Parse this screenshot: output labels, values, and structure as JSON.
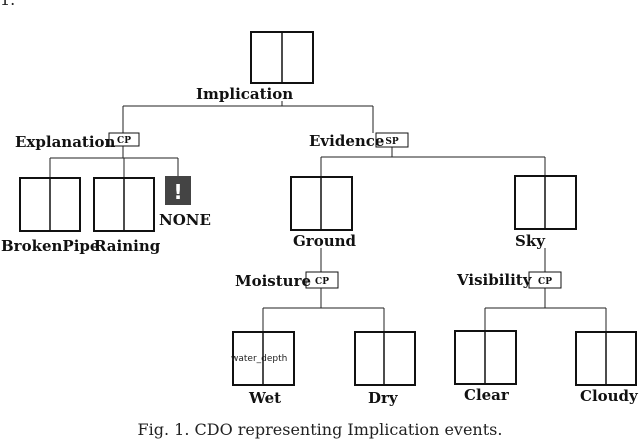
{
  "top_fragment": "1.",
  "nodes": {
    "implication": "Implication",
    "explanation": "Explanation",
    "evidence": "Evidence",
    "broken_pipe": "BrokenPipe",
    "raining": "Raining",
    "none": "NONE",
    "ground": "Ground",
    "sky": "Sky",
    "moisture": "Moisture",
    "visibility": "Visibility",
    "wet": "Wet",
    "dry": "Dry",
    "clear": "Clear",
    "cloudy": "Cloudy"
  },
  "operators": {
    "explanation": "CP",
    "evidence": "SP",
    "moisture": "CP",
    "visibility": "CP"
  },
  "wet_attribute": "water_depth",
  "none_symbol": "!",
  "caption": "Fig. 1. CDO representing Implication events."
}
